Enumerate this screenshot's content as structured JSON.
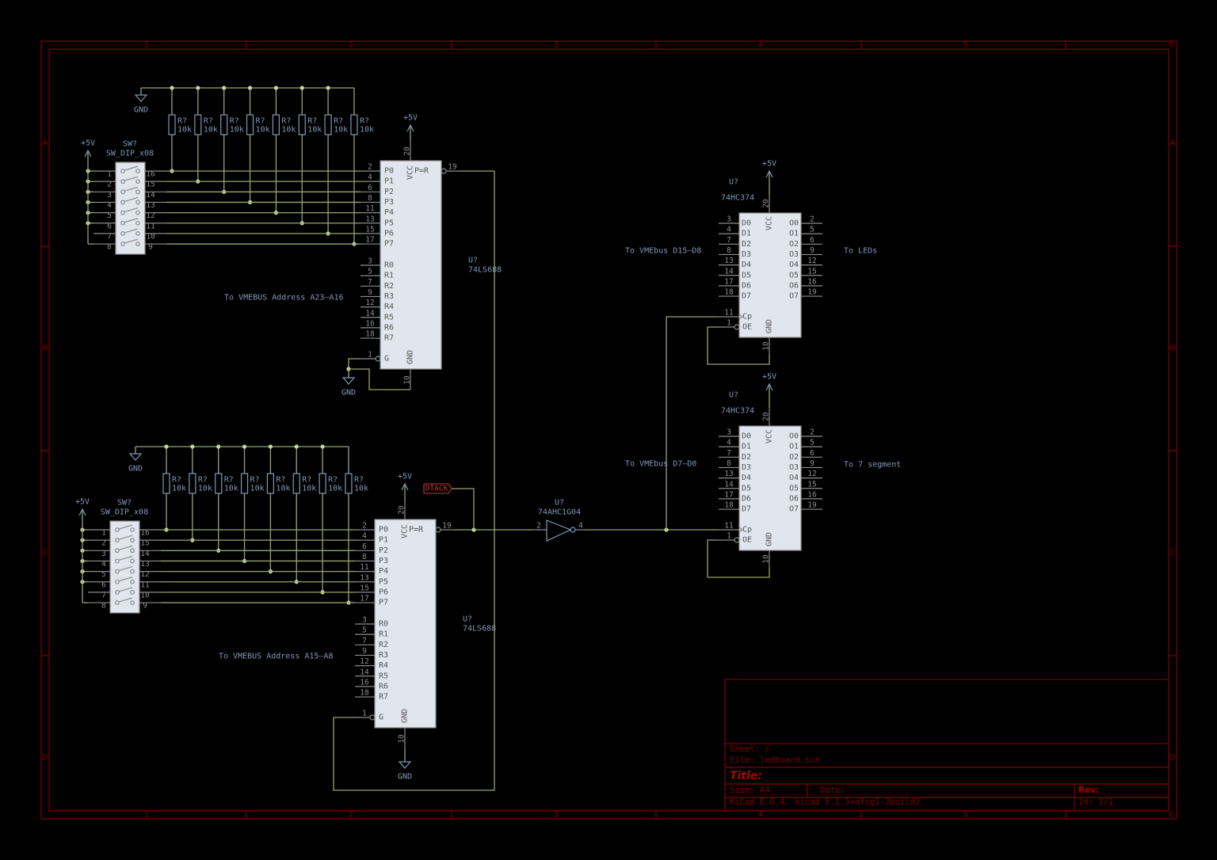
{
  "frame": {
    "columns": [
      "1",
      "2",
      "3",
      "4",
      "5",
      "6"
    ],
    "rows": [
      "A",
      "B",
      "C",
      "D"
    ]
  },
  "title_block": {
    "sheet": "Sheet: /",
    "file": "File: ledboard.sch",
    "title": "Title:",
    "size": "Size: A4",
    "date": "Date:",
    "rev": "Rev:",
    "tool": "KiCad E.D.A.  kicad 5.1.5+dfsg1-2build2",
    "id": "Id: 1/1"
  },
  "power": {
    "vcc": "+5V",
    "gnd": "GND"
  },
  "address_blocks": [
    {
      "switch": {
        "ref": "SW?",
        "value": "SW_DIP_x08",
        "left_pins": [
          "1",
          "2",
          "3",
          "4",
          "5",
          "6",
          "7",
          "8"
        ],
        "right_pins": [
          "16",
          "15",
          "14",
          "13",
          "12",
          "11",
          "10",
          "9"
        ]
      },
      "resistors": [
        {
          "ref": "R?",
          "value": "10k"
        },
        {
          "ref": "R?",
          "value": "10k"
        },
        {
          "ref": "R?",
          "value": "10k"
        },
        {
          "ref": "R?",
          "value": "10k"
        },
        {
          "ref": "R?",
          "value": "10k"
        },
        {
          "ref": "R?",
          "value": "10k"
        },
        {
          "ref": "R?",
          "value": "10k"
        },
        {
          "ref": "R?",
          "value": "10k"
        }
      ],
      "comparator": {
        "ref": "U?",
        "value": "74LS688",
        "p_pins": [
          {
            "name": "P0",
            "num": "2"
          },
          {
            "name": "P1",
            "num": "4"
          },
          {
            "name": "P2",
            "num": "6"
          },
          {
            "name": "P3",
            "num": "8"
          },
          {
            "name": "P4",
            "num": "11"
          },
          {
            "name": "P5",
            "num": "13"
          },
          {
            "name": "P6",
            "num": "15"
          },
          {
            "name": "P7",
            "num": "17"
          }
        ],
        "r_pins": [
          {
            "name": "R0",
            "num": "3"
          },
          {
            "name": "R1",
            "num": "5"
          },
          {
            "name": "R2",
            "num": "7"
          },
          {
            "name": "R3",
            "num": "9"
          },
          {
            "name": "R4",
            "num": "12"
          },
          {
            "name": "R5",
            "num": "14"
          },
          {
            "name": "R6",
            "num": "16"
          },
          {
            "name": "R7",
            "num": "18"
          }
        ],
        "enable": {
          "name": "G",
          "num": "1"
        },
        "vcc": {
          "name": "VCC",
          "num": "20"
        },
        "gnd": {
          "name": "GND",
          "num": "10"
        },
        "output": {
          "name": "P=R",
          "num": "19"
        }
      },
      "note": "To VMEBUS Address A23–A16"
    },
    {
      "switch": {
        "ref": "SW?",
        "value": "SW_DIP_x08",
        "left_pins": [
          "1",
          "2",
          "3",
          "4",
          "5",
          "6",
          "7",
          "8"
        ],
        "right_pins": [
          "16",
          "15",
          "14",
          "13",
          "12",
          "11",
          "10",
          "9"
        ]
      },
      "resistors": [
        {
          "ref": "R?",
          "value": "10k"
        },
        {
          "ref": "R?",
          "value": "10k"
        },
        {
          "ref": "R?",
          "value": "10k"
        },
        {
          "ref": "R?",
          "value": "10k"
        },
        {
          "ref": "R?",
          "value": "10k"
        },
        {
          "ref": "R?",
          "value": "10k"
        },
        {
          "ref": "R?",
          "value": "10k"
        },
        {
          "ref": "R?",
          "value": "10k"
        }
      ],
      "comparator": {
        "ref": "U?",
        "value": "74LS688",
        "p_pins": [
          {
            "name": "P0",
            "num": "2"
          },
          {
            "name": "P1",
            "num": "4"
          },
          {
            "name": "P2",
            "num": "6"
          },
          {
            "name": "P3",
            "num": "8"
          },
          {
            "name": "P4",
            "num": "11"
          },
          {
            "name": "P5",
            "num": "13"
          },
          {
            "name": "P6",
            "num": "15"
          },
          {
            "name": "P7",
            "num": "17"
          }
        ],
        "r_pins": [
          {
            "name": "R0",
            "num": "3"
          },
          {
            "name": "R1",
            "num": "5"
          },
          {
            "name": "R2",
            "num": "7"
          },
          {
            "name": "R3",
            "num": "9"
          },
          {
            "name": "R4",
            "num": "12"
          },
          {
            "name": "R5",
            "num": "14"
          },
          {
            "name": "R6",
            "num": "16"
          },
          {
            "name": "R7",
            "num": "18"
          }
        ],
        "enable": {
          "name": "G",
          "num": "1"
        },
        "vcc": {
          "name": "VCC",
          "num": "20"
        },
        "gnd": {
          "name": "GND",
          "num": "10"
        },
        "output": {
          "name": "P=R",
          "num": "19"
        }
      },
      "note": "To VMEBUS Address A15–A8"
    }
  ],
  "inverter": {
    "ref": "U?",
    "value": "74AHC1G04",
    "in_num": "2",
    "out_num": "4"
  },
  "global_label": {
    "text": "DTACK"
  },
  "latches": [
    {
      "ref": "U?",
      "value": "74HC374",
      "d_pins": [
        {
          "name": "D0",
          "num": "3"
        },
        {
          "name": "D1",
          "num": "4"
        },
        {
          "name": "D2",
          "num": "7"
        },
        {
          "name": "D3",
          "num": "8"
        },
        {
          "name": "D4",
          "num": "13"
        },
        {
          "name": "D5",
          "num": "14"
        },
        {
          "name": "D6",
          "num": "17"
        },
        {
          "name": "D7",
          "num": "18"
        }
      ],
      "o_pins": [
        {
          "name": "O0",
          "num": "2"
        },
        {
          "name": "O1",
          "num": "5"
        },
        {
          "name": "O2",
          "num": "6"
        },
        {
          "name": "O3",
          "num": "9"
        },
        {
          "name": "O4",
          "num": "12"
        },
        {
          "name": "O5",
          "num": "15"
        },
        {
          "name": "O6",
          "num": "16"
        },
        {
          "name": "O7",
          "num": "19"
        }
      ],
      "clock": {
        "name": "Cp",
        "num": "11"
      },
      "oe": {
        "name": "OE",
        "num": "1"
      },
      "vcc": {
        "name": "VCC",
        "num": "20"
      },
      "gnd": {
        "name": "GND",
        "num": "10"
      },
      "input_note": "To VMEbus D15–D8",
      "output_note": "To LEDs"
    },
    {
      "ref": "U?",
      "value": "74HC374",
      "d_pins": [
        {
          "name": "D0",
          "num": "3"
        },
        {
          "name": "D1",
          "num": "4"
        },
        {
          "name": "D2",
          "num": "7"
        },
        {
          "name": "D3",
          "num": "8"
        },
        {
          "name": "D4",
          "num": "13"
        },
        {
          "name": "D5",
          "num": "14"
        },
        {
          "name": "D6",
          "num": "17"
        },
        {
          "name": "D7",
          "num": "18"
        }
      ],
      "o_pins": [
        {
          "name": "O0",
          "num": "2"
        },
        {
          "name": "O1",
          "num": "5"
        },
        {
          "name": "O2",
          "num": "6"
        },
        {
          "name": "O3",
          "num": "9"
        },
        {
          "name": "O4",
          "num": "12"
        },
        {
          "name": "O5",
          "num": "15"
        },
        {
          "name": "O6",
          "num": "16"
        },
        {
          "name": "O7",
          "num": "19"
        }
      ],
      "clock": {
        "name": "Cp",
        "num": "11"
      },
      "oe": {
        "name": "OE",
        "num": "1"
      },
      "vcc": {
        "name": "VCC",
        "num": "20"
      },
      "gnd": {
        "name": "GND",
        "num": "10"
      },
      "input_note": "To VMEbus D7–D0",
      "output_note": "To 7 segment"
    }
  ],
  "colors": {
    "background": "#000000",
    "frame": "#840000",
    "wire": "#96a56e",
    "junction": "#c7d7a2",
    "pin": "#8c8c8c",
    "body_fill": "#e1e5ed",
    "component_text": "#8196b7",
    "global_label": "#c83434"
  }
}
